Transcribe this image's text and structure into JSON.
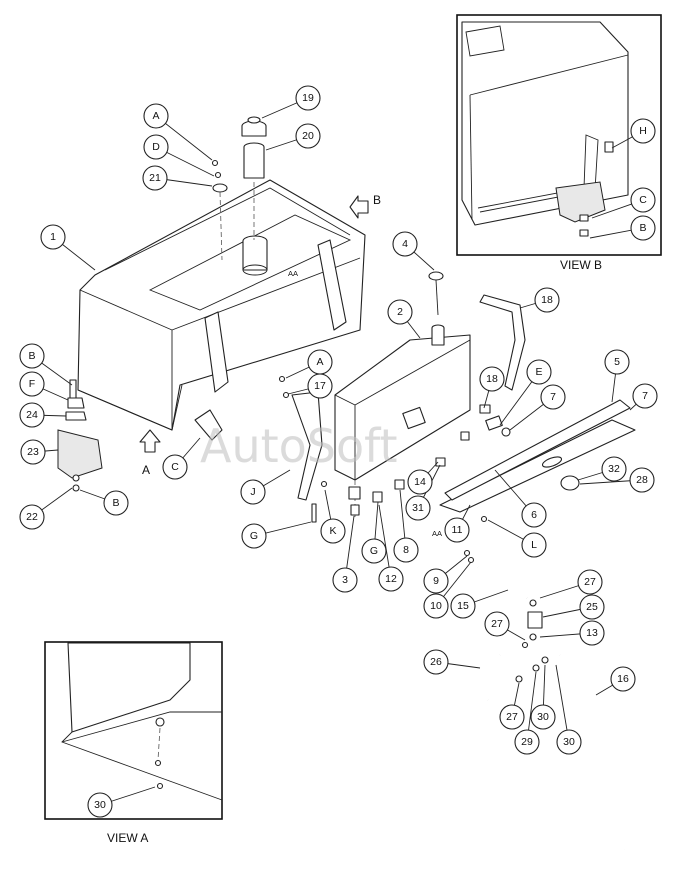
{
  "views": {
    "view_a": "VIEW A",
    "view_b": "VIEW B"
  },
  "arrows": {
    "a": "A",
    "b": "B"
  },
  "aa_notes": [
    "AA",
    "AA"
  ],
  "watermark": "AutoSoft",
  "callouts": [
    "19",
    "20",
    "A",
    "D",
    "21",
    "B",
    "1",
    "4",
    "2",
    "18",
    "H",
    "C",
    "B",
    "F",
    "24",
    "23",
    "22",
    "B",
    "C",
    "A",
    "17",
    "J",
    "K",
    "G",
    "18",
    "E",
    "7",
    "5",
    "7",
    "32",
    "31",
    "6",
    "11",
    "L",
    "3",
    "G",
    "12",
    "8",
    "9",
    "10",
    "15",
    "27",
    "25",
    "27",
    "13",
    "26",
    "27",
    "29",
    "30",
    "30",
    "16",
    "30",
    "28",
    "14"
  ]
}
